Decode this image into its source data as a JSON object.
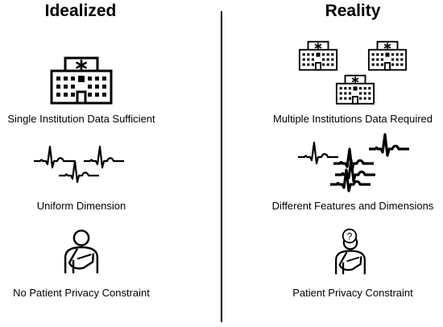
{
  "columns": {
    "idealized": {
      "heading": "Idealized",
      "items": [
        {
          "icon": "hospital-icon",
          "label": "Single Institution Data Sufficient"
        },
        {
          "icon": "ecg-waveforms-icon",
          "label": "Uniform Dimension"
        },
        {
          "icon": "patient-icon",
          "label": "No Patient Privacy Constraint"
        }
      ]
    },
    "reality": {
      "heading": "Reality",
      "items": [
        {
          "icon": "hospitals-icon",
          "label": "Multiple Institutions Data Required"
        },
        {
          "icon": "ecg-waveforms-overlapping-icon",
          "label": "Different Features and Dimensions"
        },
        {
          "icon": "patient-question-icon",
          "label": "Patient Privacy Constraint",
          "mark": "?"
        }
      ]
    }
  }
}
